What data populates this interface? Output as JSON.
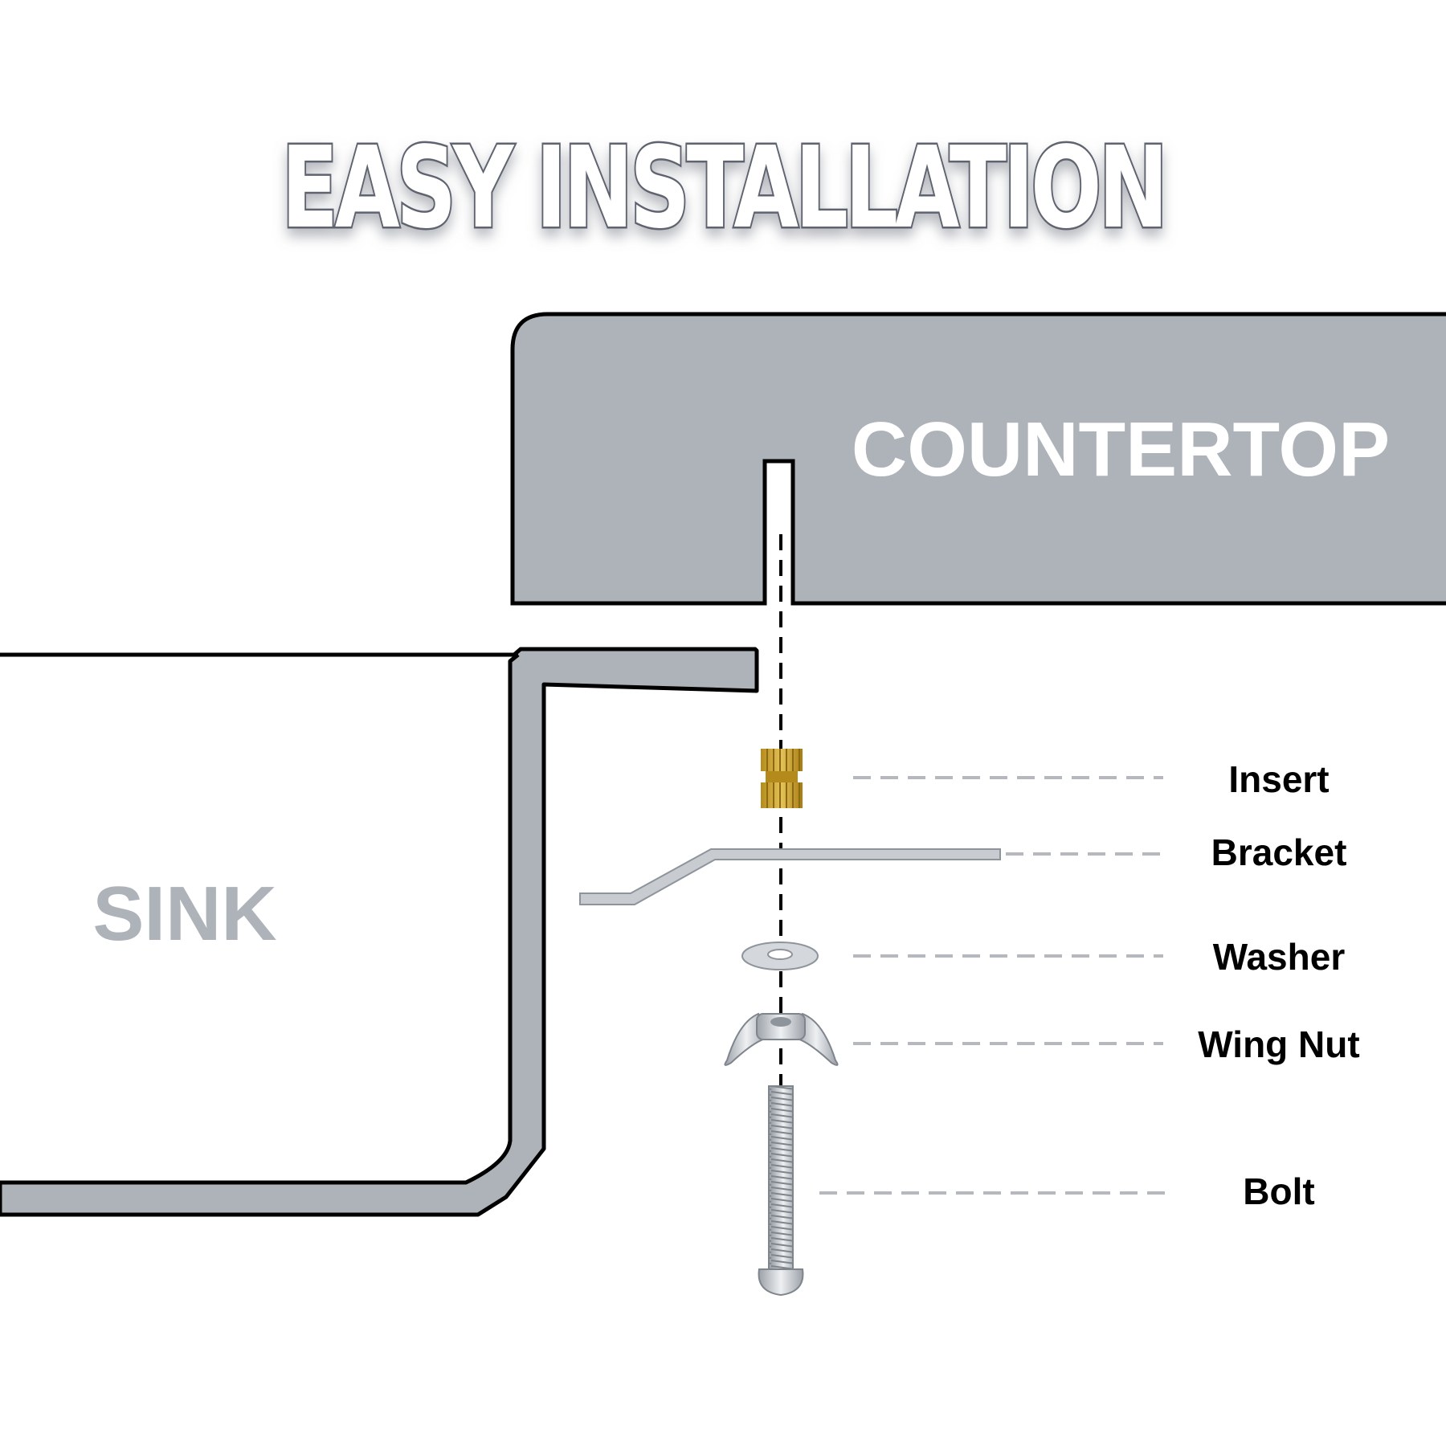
{
  "title": "EASY INSTALLATION",
  "countertop_label": "COUNTERTOP",
  "sink_label": "SINK",
  "parts": [
    {
      "label": "Insert"
    },
    {
      "label": "Bracket"
    },
    {
      "label": "Washer"
    },
    {
      "label": "Wing Nut"
    },
    {
      "label": "Bolt"
    }
  ],
  "colors": {
    "countertop_fill": "#aeb3b9",
    "sink_wall_fill": "#aeb3b9",
    "outline": "#000000",
    "title_outline": "#5e6470",
    "brass": "#c9a12e",
    "steel": "#c8ccd1",
    "leader_line": "#b5b8bd",
    "sink_label": "#aeb3b9",
    "countertop_label": "#ffffff"
  }
}
